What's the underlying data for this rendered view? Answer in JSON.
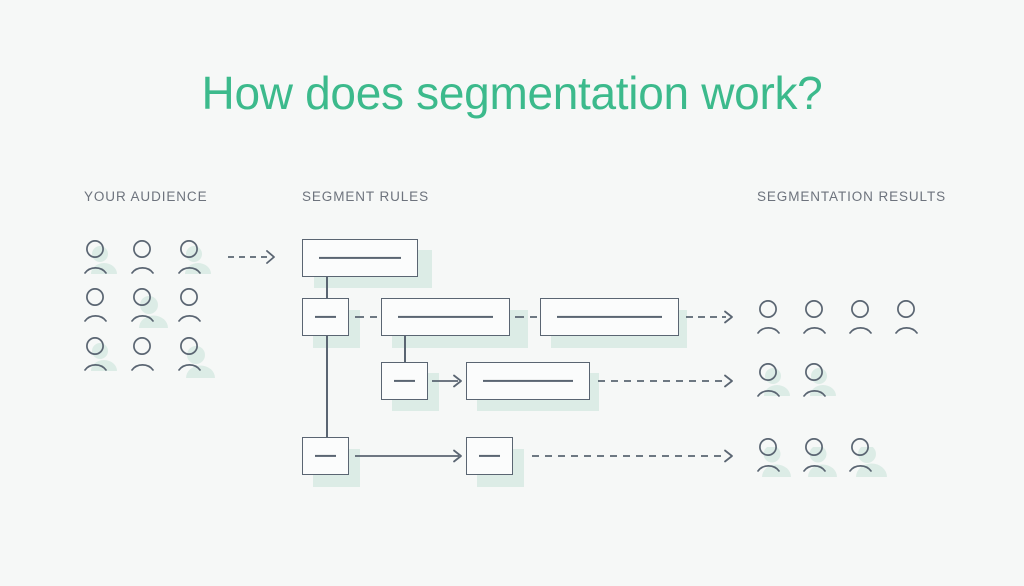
{
  "page": {
    "title": "How does segmentation work?",
    "background_color": "#f6f8f7",
    "accent_color": "#3cba8c",
    "stroke_color": "#5a6572",
    "shadow_color": "#dcece6",
    "header_text_color": "#6d737d"
  },
  "columns": {
    "audience_header": "YOUR AUDIENCE",
    "rules_header": "SEGMENT RULES",
    "results_header": "SEGMENTATION RESULTS"
  },
  "audience": {
    "icon_name": "person-icon",
    "rows": [
      {
        "count": 3,
        "highlighted": [
          true,
          false,
          true
        ]
      },
      {
        "count": 3,
        "highlighted": [
          false,
          true,
          false
        ]
      },
      {
        "count": 3,
        "highlighted": [
          true,
          false,
          true
        ]
      }
    ]
  },
  "results": {
    "icon_name": "person-icon",
    "rows": [
      {
        "label": "result-row-1",
        "count": 4,
        "highlighted": [
          false,
          false,
          false,
          false
        ]
      },
      {
        "label": "result-row-2",
        "count": 2,
        "highlighted": [
          true,
          true
        ]
      },
      {
        "label": "result-row-3",
        "count": 3,
        "highlighted": [
          true,
          true,
          true
        ]
      }
    ]
  },
  "rules": {
    "boxes": [
      {
        "id": "rule-box-root",
        "kind": "wide",
        "bar": true
      },
      {
        "id": "rule-box-r2-a",
        "kind": "small",
        "bar": true
      },
      {
        "id": "rule-box-r2-b",
        "kind": "wide",
        "bar": true
      },
      {
        "id": "rule-box-r2-c",
        "kind": "wide",
        "bar": true
      },
      {
        "id": "rule-box-r3-a",
        "kind": "small",
        "bar": true
      },
      {
        "id": "rule-box-r3-b",
        "kind": "wide",
        "bar": true
      },
      {
        "id": "rule-box-r4-a",
        "kind": "small",
        "bar": true
      },
      {
        "id": "rule-box-r4-b",
        "kind": "small",
        "bar": true
      }
    ]
  },
  "arrows": {
    "audience_to_rules": {
      "style": "dashed",
      "direction": "right"
    },
    "r2_a_to_b": {
      "style": "short-dash",
      "direction": "right"
    },
    "r2_b_to_c": {
      "style": "short-dash",
      "direction": "right"
    },
    "r2_to_results": {
      "style": "dashed",
      "direction": "right"
    },
    "r3_a_to_b": {
      "style": "solid",
      "direction": "right"
    },
    "r3_to_results": {
      "style": "dashed",
      "direction": "right"
    },
    "r4_a_to_b": {
      "style": "solid",
      "direction": "right"
    },
    "r4_to_results": {
      "style": "dashed",
      "direction": "right"
    }
  }
}
